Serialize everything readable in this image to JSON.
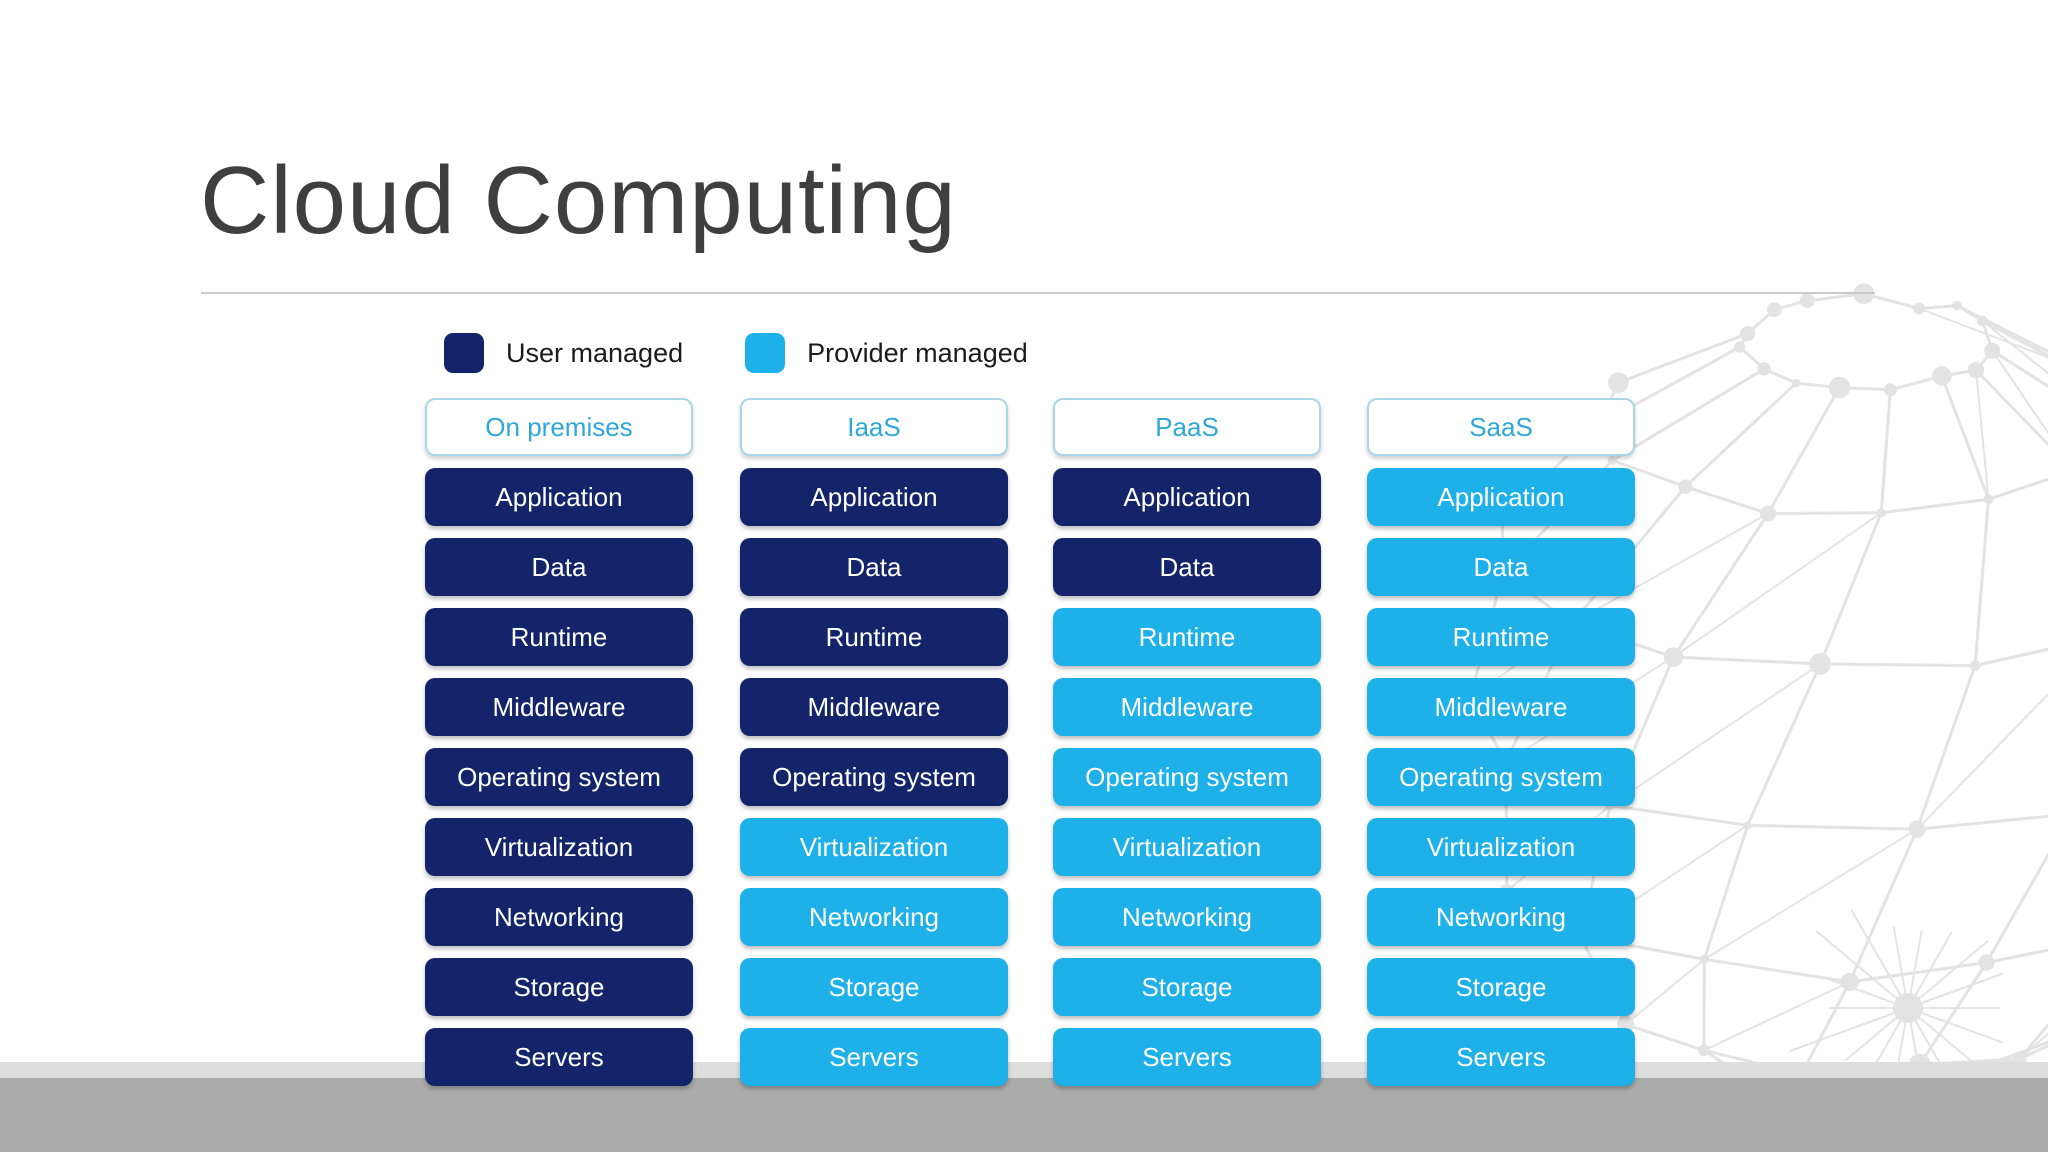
{
  "slide": {
    "title": "Cloud Computing"
  },
  "legend": {
    "items": [
      {
        "label": "User managed",
        "color_key": "user_managed"
      },
      {
        "label": "Provider managed",
        "color_key": "provider_managed"
      }
    ]
  },
  "diagram": {
    "layers": [
      "Application",
      "Data",
      "Runtime",
      "Middleware",
      "Operating system",
      "Virtualization",
      "Networking",
      "Storage",
      "Servers"
    ],
    "columns": [
      {
        "header": "On premises",
        "user_managed_layers": 9
      },
      {
        "header": "IaaS",
        "user_managed_layers": 5
      },
      {
        "header": "PaaS",
        "user_managed_layers": 2
      },
      {
        "header": "SaaS",
        "user_managed_layers": 0
      }
    ]
  },
  "colors": {
    "user_managed": "#14246b",
    "provider_managed": "#1db0e9",
    "header_text": "#2fa7d9",
    "header_border": "#a9d6e8",
    "header_background": "#ffffff",
    "row_text": "#ffffff",
    "title_text": "#3f3f3f",
    "legend_text": "#1b1b1b",
    "title_rule": "#c9c9c9",
    "footer_bar": "#ababab",
    "footer_strip": "#dedede",
    "globe_gray": "#d2d2d2",
    "background": "#ffffff"
  }
}
